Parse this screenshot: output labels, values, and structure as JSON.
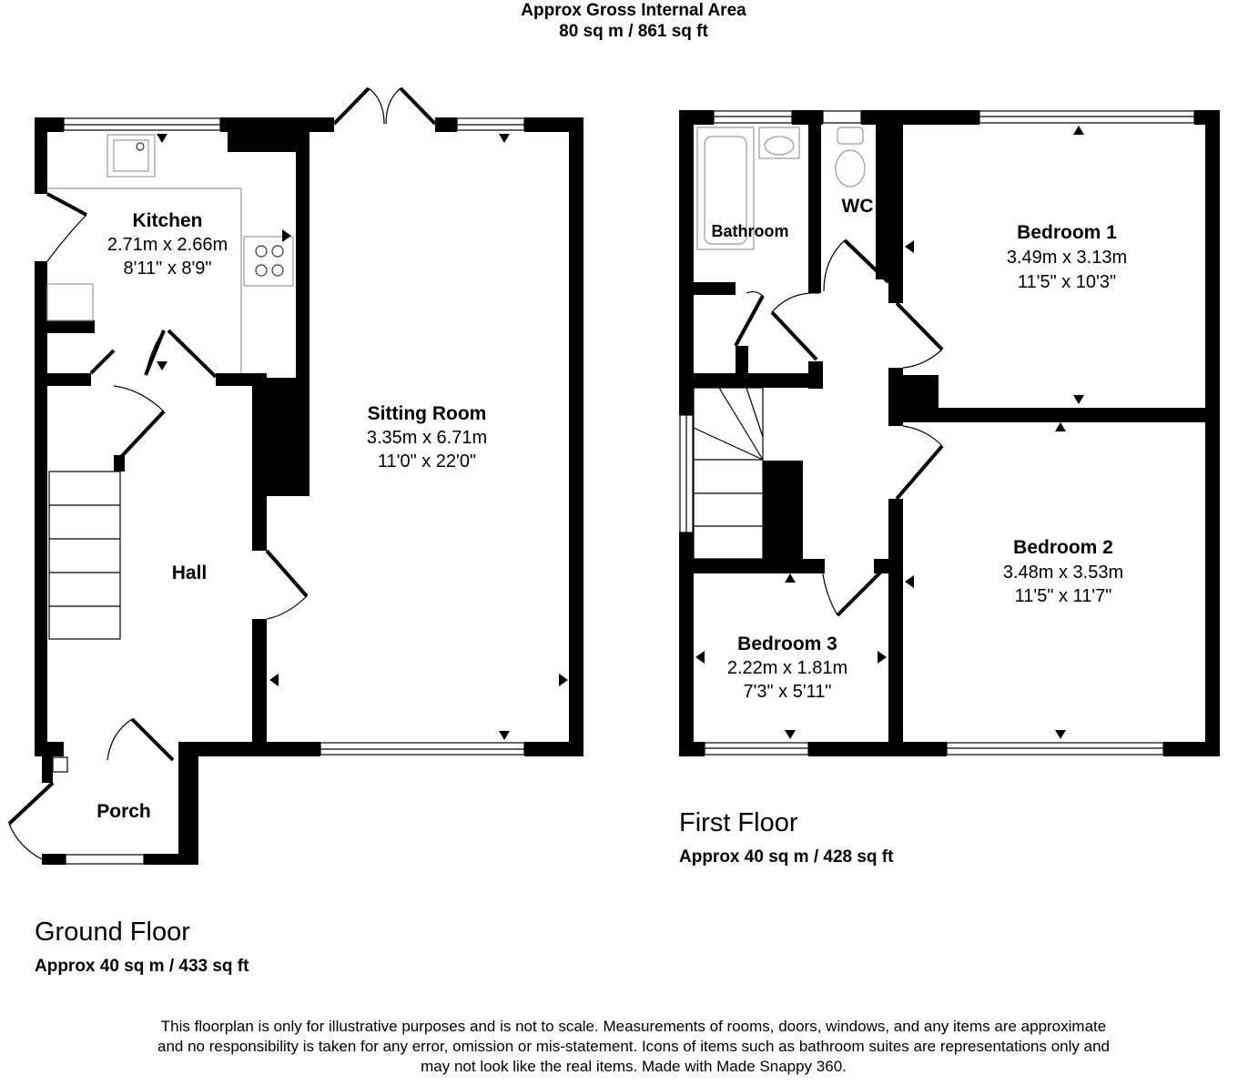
{
  "header": {
    "title": "Approx Gross Internal Area",
    "area": "80 sq m / 861 sq ft"
  },
  "ground_floor": {
    "title": "Ground Floor",
    "area": "Approx 40 sq m / 433 sq ft",
    "rooms": {
      "kitchen": {
        "name": "Kitchen",
        "metric": "2.71m x 2.66m",
        "imperial": "8'11\" x 8'9\""
      },
      "sitting_room": {
        "name": "Sitting Room",
        "metric": "3.35m x 6.71m",
        "imperial": "11'0\" x 22'0\""
      },
      "hall": {
        "name": "Hall"
      },
      "porch": {
        "name": "Porch"
      }
    }
  },
  "first_floor": {
    "title": "First Floor",
    "area": "Approx 40 sq m / 428 sq ft",
    "rooms": {
      "bathroom": {
        "name": "Bathroom"
      },
      "wc": {
        "name": "WC"
      },
      "bedroom1": {
        "name": "Bedroom 1",
        "metric": "3.49m x 3.13m",
        "imperial": "11'5\" x 10'3\""
      },
      "bedroom2": {
        "name": "Bedroom 2",
        "metric": "3.48m x 3.53m",
        "imperial": "11'5\" x 11'7\""
      },
      "bedroom3": {
        "name": "Bedroom 3",
        "metric": "2.22m x 1.81m",
        "imperial": "7'3\" x 5'11\""
      }
    }
  },
  "disclaimer": [
    "This floorplan is only for illustrative purposes and is not to scale. Measurements of rooms, doors, windows, and any items are approximate",
    "and no responsibility is taken for any error, omission or mis-statement. Icons of items such as bathroom suites are representations only and",
    "may not look like the real items. Made with Made Snappy 360."
  ],
  "colors": {
    "wall": "#000000",
    "fixture": "#999999",
    "background": "#ffffff"
  }
}
